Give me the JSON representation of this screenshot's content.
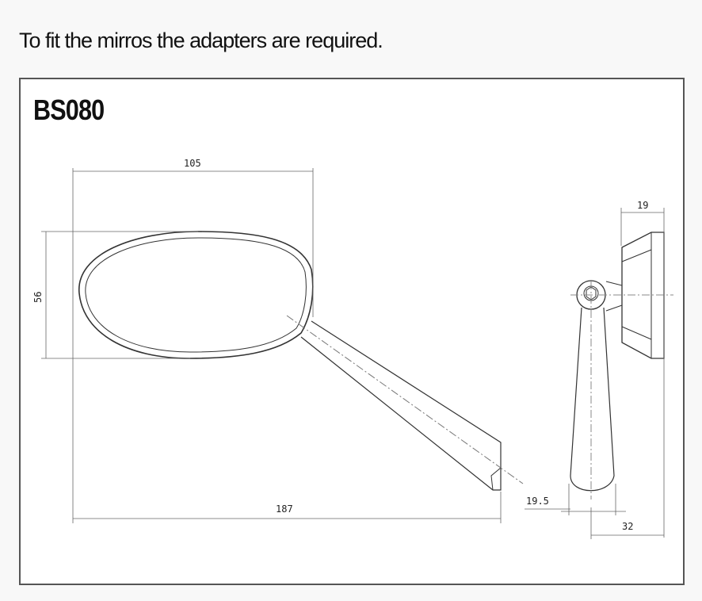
{
  "caption": "To fit the mirros the adapters are required.",
  "model": "BS080",
  "dimensions": {
    "width_mirror": "105",
    "height_mirror": "56",
    "total_length": "187",
    "arm_width": "19.5",
    "depth_head": "19",
    "depth_total": "32"
  }
}
